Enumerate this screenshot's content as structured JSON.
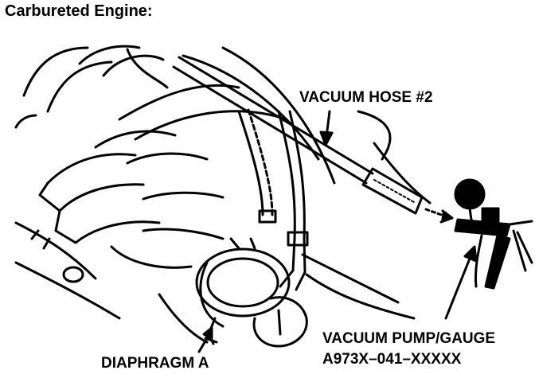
{
  "header": {
    "title": "Carbureted Engine:"
  },
  "labels": {
    "vacuum_hose": "VACUUM HOSE #2",
    "pump_line1": "VACUUM PUMP/GAUGE",
    "pump_line2": "A973X–041–XXXXX",
    "diaphragm": "DIAPHRAGM A"
  },
  "colors": {
    "ink": "#000000",
    "paper": "#ffffff"
  }
}
